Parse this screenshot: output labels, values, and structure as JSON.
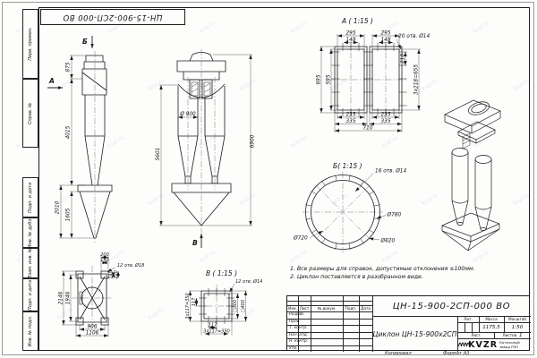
{
  "sheet": {
    "stamp_top": "ЦН-15-900-2СП-000 ВО",
    "margin_labels": [
      "Перв. примен.",
      "Справ. №",
      "Подп. и дата",
      "Инв. № дубл.",
      "Взам. инв. №",
      "Подп. и дата",
      "Инв. № подл."
    ],
    "copied_label": "Копировал",
    "format_label": "Формат А3",
    "watermark": "kvzr.ru"
  },
  "notes": {
    "line1": "1. Все размеры для справок, допустимые отклонения ±100мм.",
    "line2": "2. Циклон поставляется в разобранном виде."
  },
  "views": {
    "side": {
      "arrow_a": "А",
      "arrow_b": "Б",
      "d875": "875",
      "d4015": "4015",
      "d2010": "2010",
      "d1605": "1605"
    },
    "front": {
      "d900": "Ø 900",
      "d5601": "5601",
      "d6900": "6900",
      "arrow_v": "В"
    },
    "detail_a": {
      "title": "А ( 1:15 )",
      "holes": "20 отв. Ø14",
      "t295l": "295",
      "t295r": "295",
      "t148l": "148",
      "t148r": "148",
      "l595": "595",
      "l695": "695",
      "r218": "218",
      "r655": "3х218=655",
      "b235l": "235",
      "b335l": "335",
      "b235r": "235",
      "b335r": "335",
      "b710": "710"
    },
    "detail_b": {
      "title": "Б( 1:15 )",
      "holes": "16 отв. Ø14",
      "d780": "Ø780",
      "d720": "Ø720",
      "d820": "Ø820"
    },
    "detail_v": {
      "title": "В ( 1:15 )",
      "holes": "12 отв. Ø14",
      "l117": "117",
      "l350": "3х117=350",
      "r300": "□300",
      "r400": "□400",
      "b117": "117",
      "b350": "3х117=350"
    },
    "support": {
      "holes": "12 отв. Ø18",
      "t200": "200",
      "t140": "140",
      "r140": "140",
      "r200": "200",
      "l2146": "2146",
      "l1946": "1946",
      "b906": "906",
      "b1106": "1106"
    }
  },
  "title_block": {
    "doc_number": "ЦН-15-900-2СП-000 ВО",
    "product_name": "Циклон ЦН-15-900х2СП",
    "col_izm": "Изм.",
    "col_list": "Лист",
    "col_doc": "№ докум.",
    "col_podp": "Подп.",
    "col_data": "Дата",
    "row_razrab": "Разраб.",
    "row_prov": "Пров.",
    "row_tkontr": "Т. контр.",
    "row_nachotd": "Нач. отд.",
    "row_nkontr": "Н. контр.",
    "row_utv": "Утв.",
    "lit_label": "Лит.",
    "mass_label": "Масса",
    "scale_label": "Масштаб",
    "mass_value": "1175,5",
    "scale_value": "1:50",
    "sheet_label": "Лист",
    "sheets_label": "Листов",
    "sheets_value": "1",
    "logo_text": "KVZR",
    "logo_line1": "Котельный",
    "logo_line2": "завод РЭП"
  }
}
